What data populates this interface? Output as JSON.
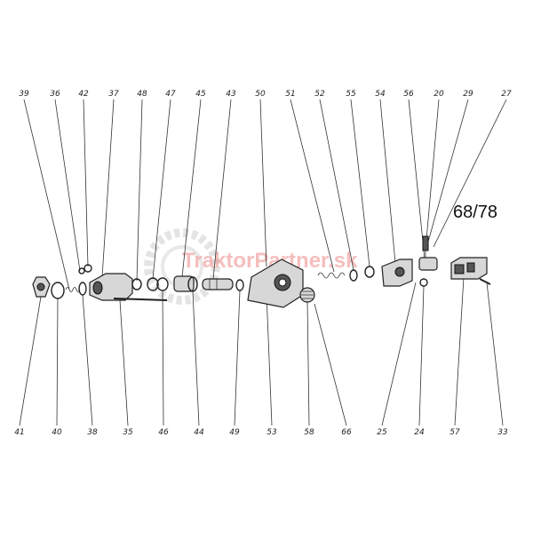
{
  "reference_code": "68/78",
  "watermark": "TraktorPartner.sk",
  "top_labels": [
    "39",
    "36",
    "42",
    "37",
    "48",
    "47",
    "45",
    "43",
    "50",
    "51",
    "52",
    "55",
    "54",
    "56",
    "20",
    "29",
    "27"
  ],
  "bottom_labels": [
    "41",
    "40",
    "38",
    "35",
    "46",
    "44",
    "49",
    "53",
    "58",
    "66",
    "25",
    "24",
    "57",
    "33"
  ],
  "colors": {
    "ink": "#222222",
    "watermark": "#f08a8a",
    "background": "#ffffff"
  }
}
